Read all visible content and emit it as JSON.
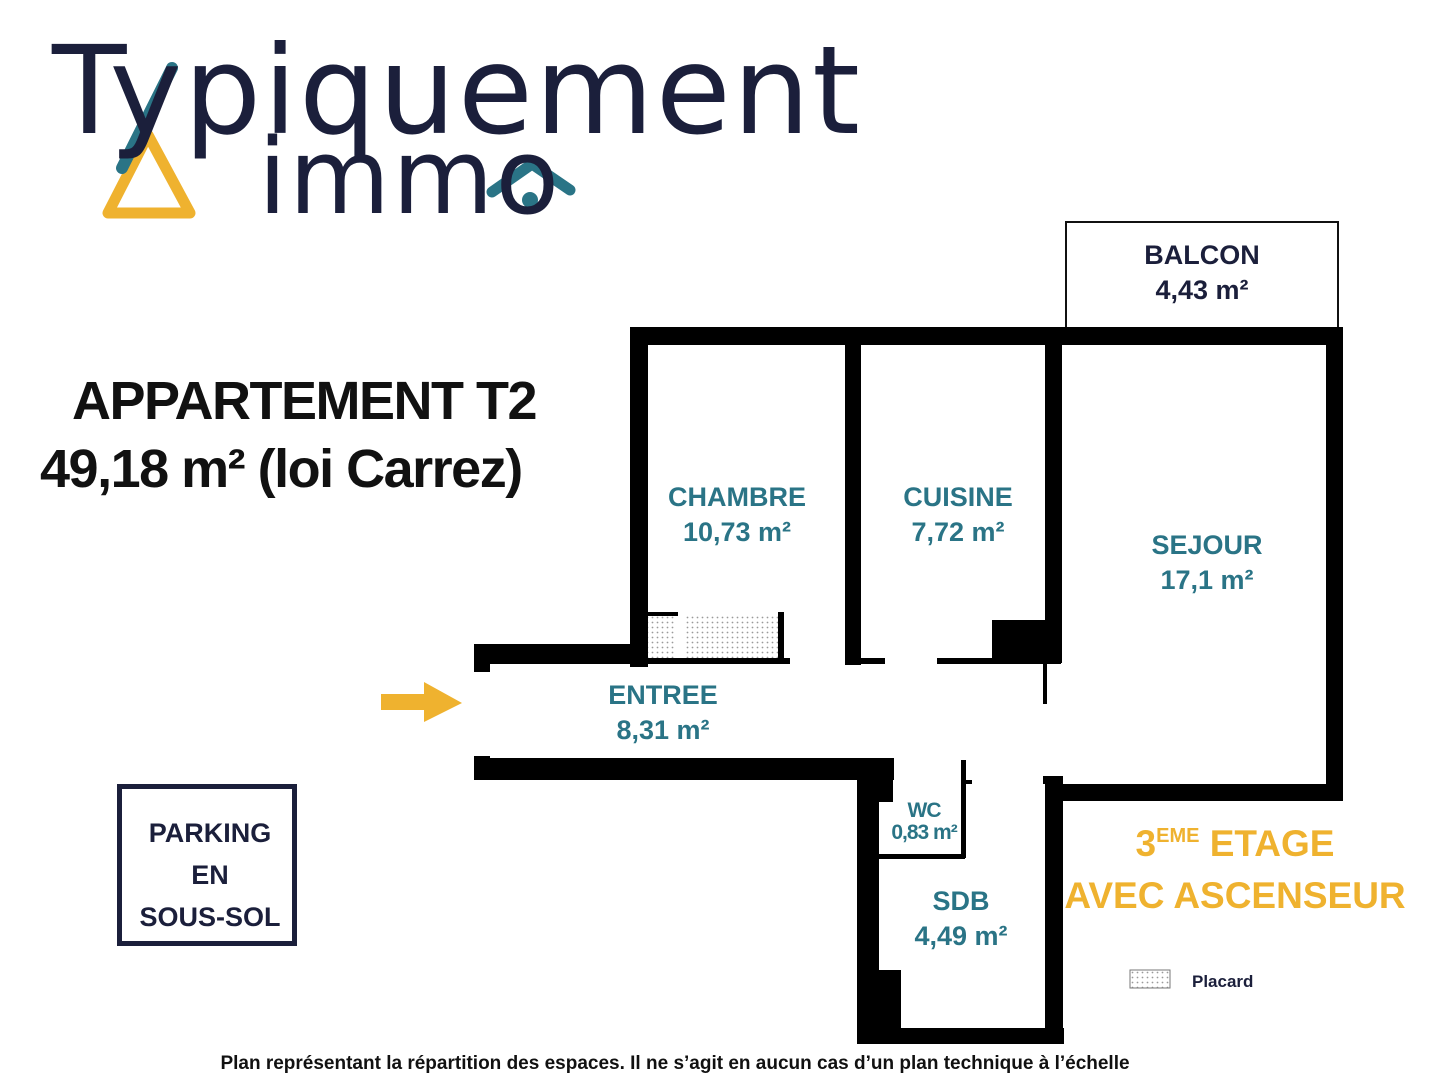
{
  "logo": {
    "line1": "Typiquement",
    "line2": "immo",
    "colors": {
      "dark": "#1b1f3b",
      "teal": "#2a7486",
      "yellow": "#efb22f"
    },
    "icons": [
      "teepee-icon",
      "house-icon"
    ]
  },
  "title": {
    "line1": "APPARTEMENT T2",
    "line2": "49,18 m² (loi Carrez)"
  },
  "rooms": {
    "balcon": {
      "name": "BALCON",
      "area": "4,43 m²"
    },
    "chambre": {
      "name": "CHAMBRE",
      "area": "10,73 m²"
    },
    "cuisine": {
      "name": "CUISINE",
      "area": "7,72 m²"
    },
    "sejour": {
      "name": "SEJOUR",
      "area": "17,1 m²"
    },
    "entree": {
      "name": "ENTREE",
      "area": "8,31 m²"
    },
    "wc": {
      "name": "WC",
      "area": "0,83 m²"
    },
    "sdb": {
      "name": "SDB",
      "area": "4,49 m²"
    }
  },
  "parking": {
    "line1": "PARKING",
    "line2": "EN",
    "line3": "SOUS-SOL"
  },
  "floor": {
    "number": "3",
    "suffix": "EME",
    "line1_rest": "ETAGE",
    "line2": "AVEC ASCENSEUR"
  },
  "legend": {
    "label": "Placard",
    "icon": "closet-pattern-icon"
  },
  "entry_arrow": {
    "icon": "entry-arrow-icon",
    "color": "#efb22f"
  },
  "footer": "Plan représentant la répartition des espaces. Il ne s’agit en aucun cas d’un plan technique à l’échelle"
}
